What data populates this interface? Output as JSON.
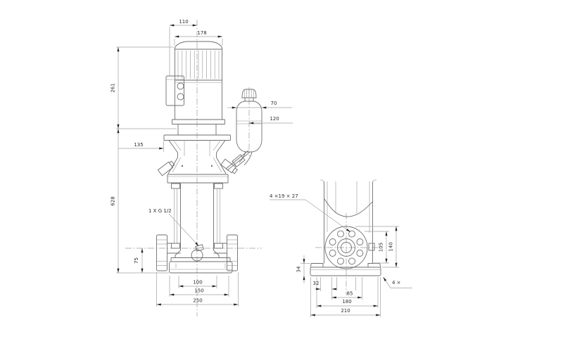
{
  "front_view": {
    "dim_motor_to_centerline": "110",
    "dim_motor_width": "178",
    "dim_motor_height": "261",
    "dim_pump_height": "628",
    "dim_head_offset": "135",
    "dim_vessel_width": "70",
    "dim_vessel_offset": "120",
    "dim_port_height": "75",
    "dim_base_inner": "100",
    "dim_base_holes": "150",
    "dim_port_faces": "250",
    "label_gauge_port": "1 X G 1/2"
  },
  "side_view": {
    "dim_pad_height": "34",
    "dim_hole_height": "105",
    "dim_flange_height": "140",
    "dim_hole_offset": "32",
    "dim_hole_pitch": "85",
    "dim_base_width": "180",
    "dim_plate_width": "210",
    "label_flange_holes": "4 ×19  × 27",
    "label_anchor_holes": "4 ×"
  }
}
